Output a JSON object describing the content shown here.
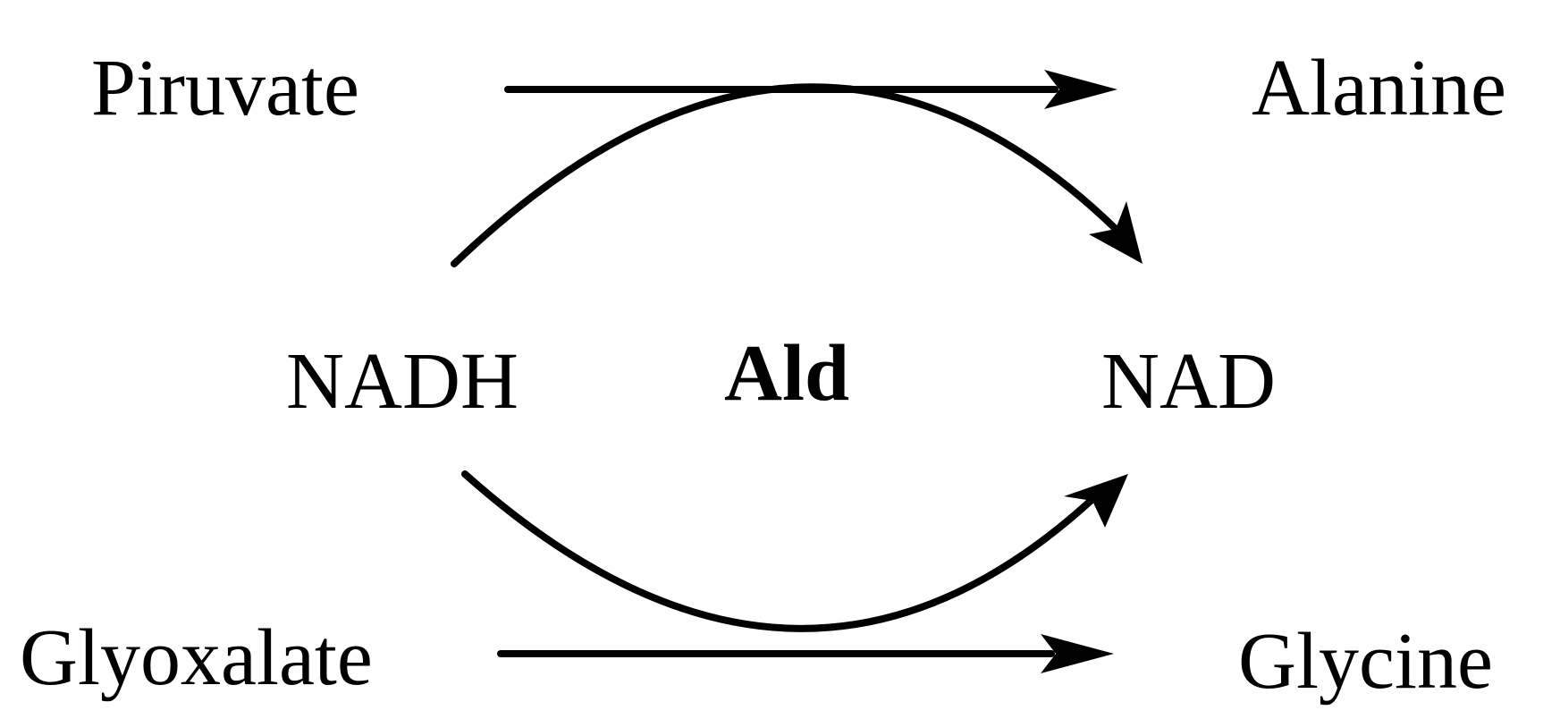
{
  "diagram": {
    "nodes": {
      "piruvate": "Piruvate",
      "alanine": "Alanine",
      "nadh": "NADH",
      "enzyme": "Ald",
      "nad": "NAD",
      "glyoxalate": "Glyoxalate",
      "glycine": "Glycine"
    },
    "edges": [
      {
        "from": "Piruvate",
        "to": "Alanine"
      },
      {
        "from": "NADH",
        "to": "NAD"
      },
      {
        "from": "NADH",
        "to": "NAD"
      },
      {
        "from": "Glyoxalate",
        "to": "Glycine"
      }
    ],
    "colors": {
      "ink": "#000000",
      "background": "#ffffff"
    }
  }
}
